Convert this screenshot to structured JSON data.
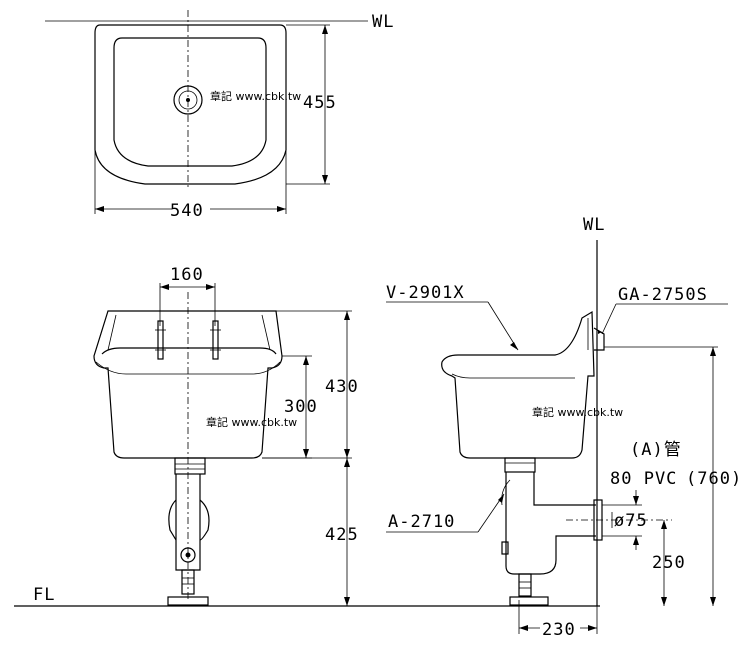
{
  "labels": {
    "wl_top": "WL",
    "wl_side": "WL",
    "fl": "FL",
    "dim_455": "455",
    "dim_540": "540",
    "dim_160": "160",
    "dim_430": "430",
    "dim_300": "300",
    "dim_425": "425",
    "dim_760": "(760)",
    "dim_250": "250",
    "dim_230": "230",
    "dim_75": "ø75",
    "part_basin": "V-2901X",
    "part_bracket": "GA-2750S",
    "part_trap": "A-2710",
    "pipe_a": "(A)管",
    "pipe_pvc": "80 PVC"
  },
  "watermark": {
    "top": "章記 www.cbk.tw",
    "front": "章記 www.cbk.tw",
    "side": "章記 www.cbk.tw"
  }
}
